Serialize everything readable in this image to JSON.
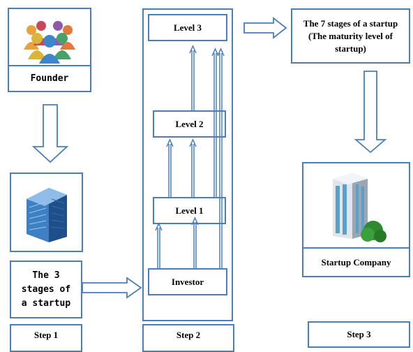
{
  "founder": {
    "label": "Founder",
    "icon": "people-group-icon"
  },
  "building_left": {
    "icon": "office-building-icon"
  },
  "three_stages": {
    "text": "The 3 stages of a startup"
  },
  "steps": {
    "step1": "Step 1",
    "step2": "Step 2",
    "step3": "Step 3"
  },
  "levels": {
    "level3": "Level 3",
    "level2": "Level 2",
    "level1": "Level 1",
    "investor": "Investor"
  },
  "seven_stages": {
    "text": "The 7 stages of a startup (The maturity level of startup)"
  },
  "startup_company": {
    "label": "Startup Company",
    "icon": "office-tower-with-tree-icon"
  },
  "colors": {
    "border": "#4a7ebb",
    "arrow_fill": "#ffffff"
  }
}
